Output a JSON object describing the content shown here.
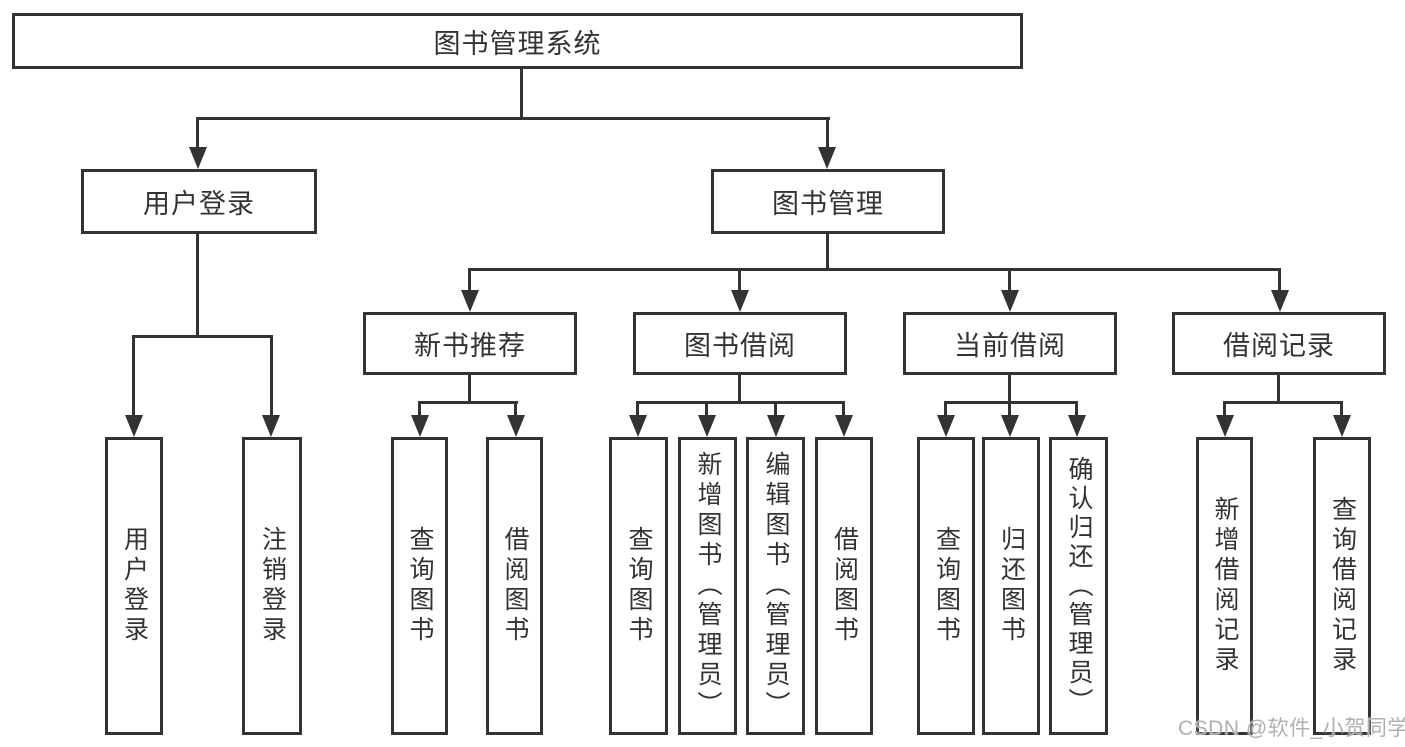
{
  "nodes": {
    "root": "图书管理系统",
    "user_login": "用户登录",
    "book_mgmt": "图书管理",
    "new_book_rec": "新书推荐",
    "book_borrow": "图书借阅",
    "current_borrow": "当前借阅",
    "borrow_record": "借阅记录",
    "ul_user_login": "用户登录",
    "ul_logout": "注销登录",
    "nb_query_book": "查询图书",
    "nb_borrow_book": "借阅图书",
    "bb_query_book": "查询图书",
    "bb_add_book": "新增图书（管理员）",
    "bb_edit_book": "编辑图书（管理员）",
    "bb_borrow_book": "借阅图书",
    "cb_query_book": "查询图书",
    "cb_return_book": "归还图书",
    "cb_confirm_return": "确认归还（管理员）",
    "br_add_record": "新增借阅记录",
    "br_query_record": "查询借阅记录"
  },
  "hierarchy": {
    "图书管理系统": {
      "用户登录": [
        "用户登录",
        "注销登录"
      ],
      "图书管理": {
        "新书推荐": [
          "查询图书",
          "借阅图书"
        ],
        "图书借阅": [
          "查询图书",
          "新增图书（管理员）",
          "编辑图书（管理员）",
          "借阅图书"
        ],
        "当前借阅": [
          "查询图书",
          "归还图书",
          "确认归还（管理员）"
        ],
        "借阅记录": [
          "新增借阅记录",
          "查询借阅记录"
        ]
      }
    }
  },
  "watermark": "CSDN @软件_小贺同学",
  "colors": {
    "line": "#333333",
    "background": "#ffffff",
    "watermark": "#b0b0b0"
  }
}
